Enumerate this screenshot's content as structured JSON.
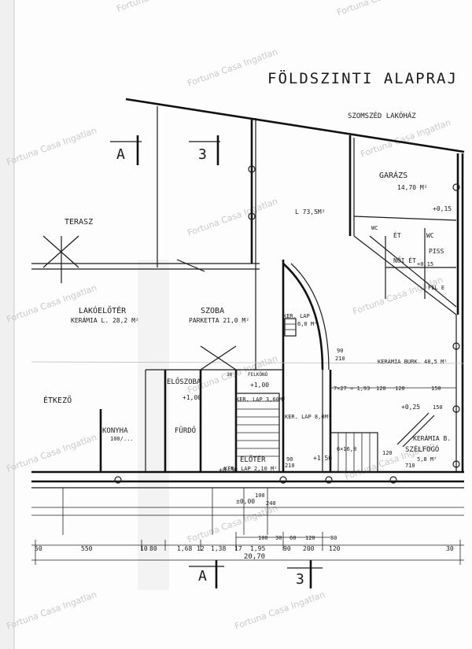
{
  "plan": {
    "title": "FÖLDSZINTI ALAPRAJ",
    "watermark": "Fortuna Casa Ingatlan",
    "section_markers": {
      "a": "A",
      "three": "3"
    }
  },
  "rooms": {
    "neighbor": "SZOMSZÉD LAKÓHÁZ",
    "garage": "GARÁZS",
    "garage_area": "14,70 M²",
    "terrace": "TERASZ",
    "upper_area": "L 73,5M²",
    "living": "LAKÓELŐTÉR",
    "living_floor": "KERÁMIA L. 28,2 M²",
    "room": "SZOBA",
    "room_floor": "PARKETTA 21,0 M²",
    "dining": "ÉTKEZŐ",
    "kitchen": "KONYHA",
    "kitchen_area": "100/...",
    "vestibule": "ELŐSZOBA",
    "bath": "FÜRDŐ",
    "hall": "ELŐTÉR",
    "hall_area": "KER. LAP 2,10 M²",
    "stair_area": "KER. LAP 3,60M²",
    "stair_area2": "KER. LAP 8,0M²",
    "ker_lap_top": "KER. LAP",
    "ker_lap_top_area": "6,0 M²",
    "corridor_floor": "KERÁMIA BURK. 48,5 M²",
    "entry": "SZÉLFOGÓ",
    "entry_floor": "KERÁMIA B.",
    "entry_area": "5,8 M²",
    "wc1": "WC",
    "wc2": "WC",
    "piss": "PISS",
    "noi": "NŐI ÉT",
    "et": "ÉT",
    "fel_e": "FEL E",
    "felkono": "FELKÖNŐ"
  },
  "levels": {
    "l1": "+0,15",
    "l2": "+1,00",
    "l3": "+1,00",
    "l4": "+0,25",
    "l5": "+0,30",
    "l6": "+1,50",
    "l7": "±0,00",
    "l8": "+0,15"
  },
  "dimensions": {
    "bottom": [
      "50",
      "550",
      "10",
      "80",
      "1,68",
      "12",
      "1,38",
      "17",
      "1,95",
      "90",
      "200",
      "120",
      "30"
    ],
    "total": "20,70",
    "mid": [
      "100",
      "30",
      "60",
      "120",
      "80"
    ],
    "right": [
      "7×27 = 1,93",
      "120",
      "120",
      "150"
    ],
    "door_a": "90",
    "door_b": "210",
    "door_c": "90",
    "door_d": "210",
    "door_e": "240",
    "door_f": "100",
    "door_g": "120",
    "door_h": "710",
    "door_i": "6×16,8",
    "door_j": "150",
    "door_k": "30"
  }
}
